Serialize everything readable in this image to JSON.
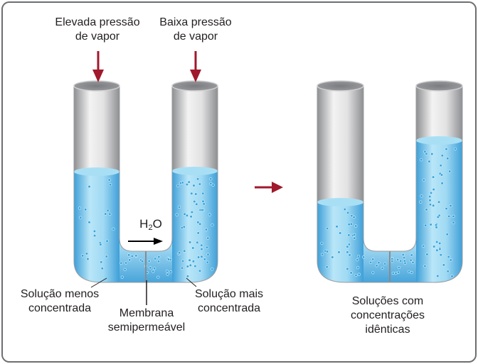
{
  "labels": {
    "high_vapor": [
      "Elevada pressão",
      "de vapor"
    ],
    "low_vapor": [
      "Baixa pressão",
      "de vapor"
    ],
    "less_concentrated": [
      "Solução menos",
      "concentrada"
    ],
    "membrane": [
      "Membrana",
      "semipermeável"
    ],
    "more_concentrated": [
      "Solução mais",
      "concentrada"
    ],
    "water_main": "H",
    "water_sub": "2",
    "water_tail": "O",
    "identical": [
      "Soluções com",
      "concentrações",
      "idênticas"
    ]
  },
  "colors": {
    "frame": "#6d6e70",
    "arrow_red": "#a0192c",
    "tube_gray": "#b7b8ba",
    "tube_light": "#eeeeee",
    "solution": "#8fd0ee",
    "solution_dark": "#4fa9dd",
    "bubble": "#38a4dc",
    "text": "#231f20"
  },
  "icons": {
    "vapor_arrow": "arrow-down-icon",
    "flow_arrow": "arrow-right-icon",
    "process_arrow": "arrow-right-icon"
  }
}
